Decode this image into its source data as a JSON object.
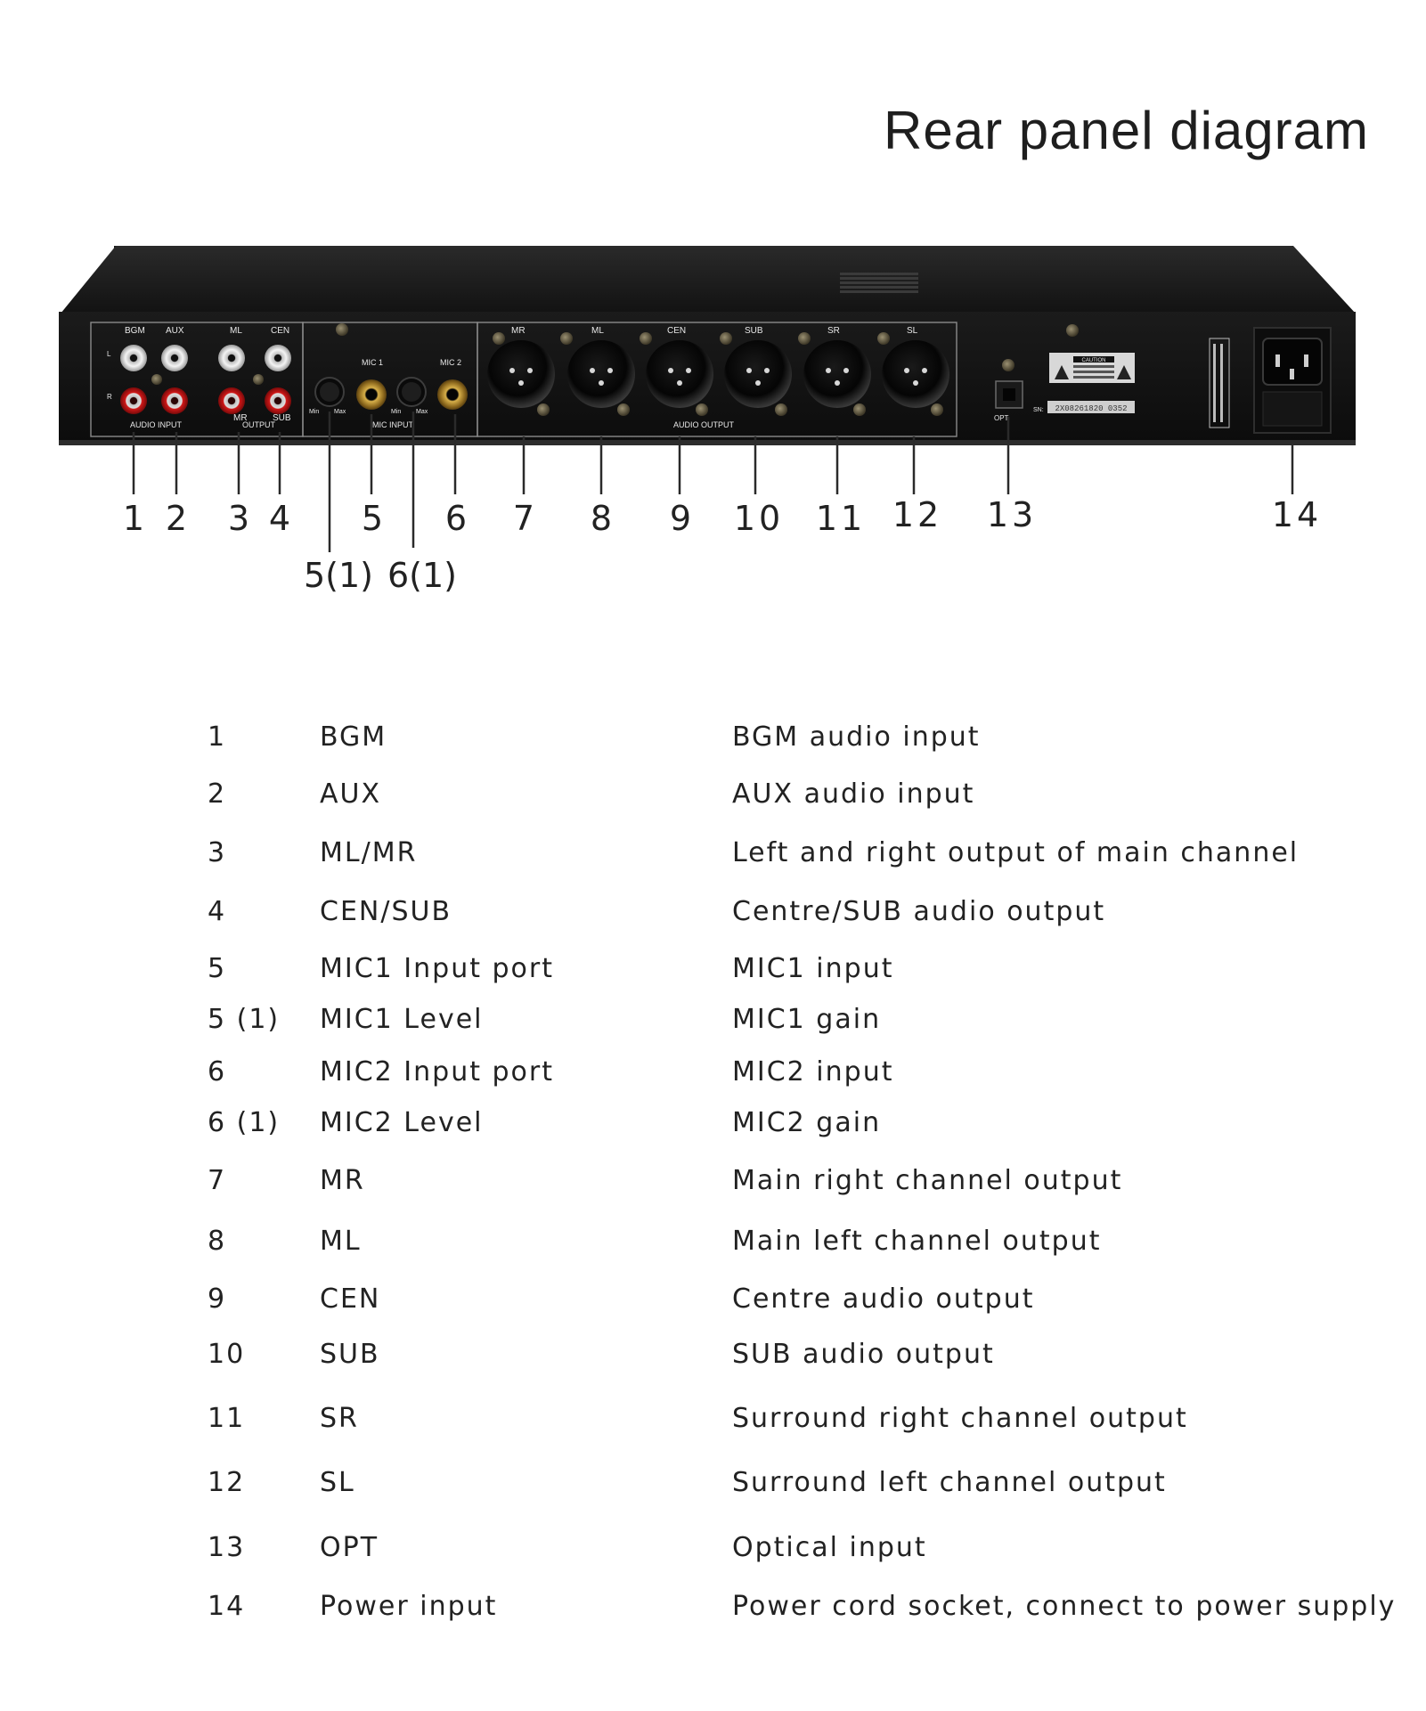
{
  "title": "Rear panel diagram",
  "panel": {
    "section_labels": {
      "bgm": "BGM",
      "aux": "AUX",
      "ml_top": "ML",
      "cen_top": "CEN",
      "l": "L",
      "r": "R",
      "mr_bottom": "MR",
      "sub_bottom": "SUB",
      "audio_input": "AUDIO INPUT",
      "output": "OUTPUT",
      "mic1": "MIC 1",
      "mic2": "MIC 2",
      "min": "Min",
      "max": "Max",
      "mic_input": "MIC INPUT",
      "audio_output": "AUDIO OUTPUT",
      "opt": "OPT",
      "sn_label": "SN:"
    },
    "xlr_labels": [
      "MR",
      "ML",
      "CEN",
      "SUB",
      "SR",
      "SL"
    ],
    "caution": "CAUTION",
    "serial": "2X08261820 0352"
  },
  "callouts": [
    "1",
    "2",
    "3",
    "4",
    "5",
    "6",
    "7",
    "8",
    "9",
    "10",
    "11",
    "12",
    "13",
    "14",
    "5(1)",
    "6(1)"
  ],
  "rows": [
    {
      "num": "1",
      "name": "BGM",
      "desc": "BGM audio input"
    },
    {
      "num": "2",
      "name": "AUX",
      "desc": "AUX audio input"
    },
    {
      "num": "3",
      "name": "ML/MR",
      "desc": "Left and right output of main channel"
    },
    {
      "num": "4",
      "name": "CEN/SUB",
      "desc": "Centre/SUB audio output"
    },
    {
      "num": "5",
      "name": "MIC1  Input port",
      "desc": "MIC1 input"
    },
    {
      "num": "5 (1)",
      "name": "MIC1  Level",
      "desc": "MIC1 gain"
    },
    {
      "num": "6",
      "name": "MIC2  Input port",
      "desc": "MIC2 input"
    },
    {
      "num": "6 (1)",
      "name": "MIC2  Level",
      "desc": "MIC2 gain"
    },
    {
      "num": "7",
      "name": "MR",
      "desc": "Main right channel output"
    },
    {
      "num": "8",
      "name": "ML",
      "desc": "Main left channel output"
    },
    {
      "num": "9",
      "name": "CEN",
      "desc": "Centre audio output"
    },
    {
      "num": "10",
      "name": "SUB",
      "desc": "SUB audio output"
    },
    {
      "num": "11",
      "name": "SR",
      "desc": "Surround right channel output"
    },
    {
      "num": "12",
      "name": "SL",
      "desc": "Surround left channel output"
    },
    {
      "num": "13",
      "name": "OPT",
      "desc": "Optical input"
    },
    {
      "num": "14",
      "name": "Power input",
      "desc": "Power cord socket, connect to power supply"
    }
  ]
}
